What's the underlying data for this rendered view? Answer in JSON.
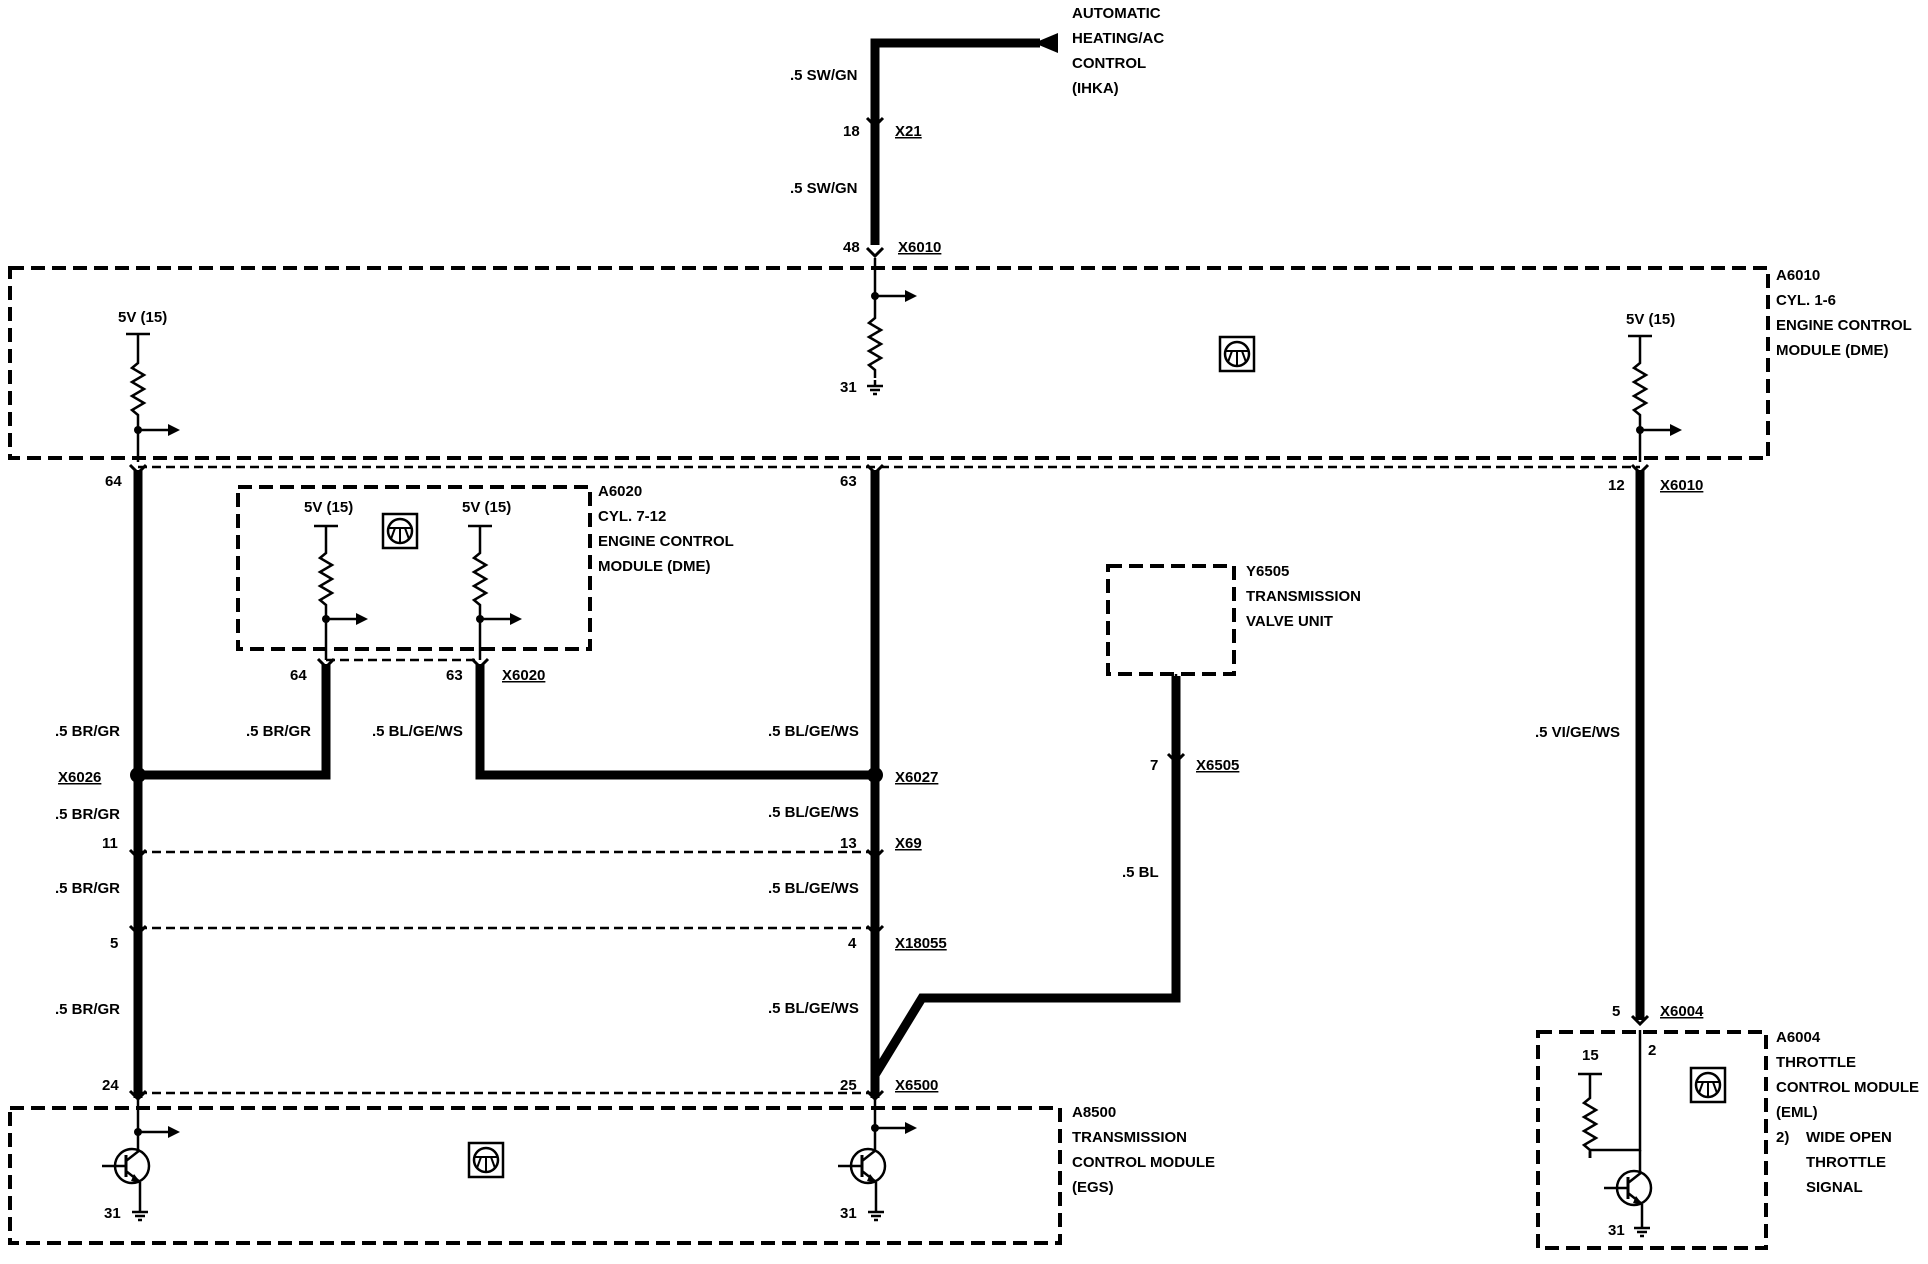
{
  "ihka": {
    "lines": [
      "AUTOMATIC",
      "HEATING/AC",
      "CONTROL",
      "(IHKA)"
    ]
  },
  "wires": {
    "top1": ".5 SW/GN",
    "top2": ".5 SW/GN",
    "left1": ".5 BR/GR",
    "left2": ".5 BR/GR",
    "left3": ".5 BR/GR",
    "left4": ".5 BR/GR",
    "mid_br": ".5 BR/GR",
    "mid_bl": ".5 BL/GE/WS",
    "center1": ".5 BL/GE/WS",
    "center2": ".5 BL/GE/WS",
    "center3": ".5 BL/GE/WS",
    "center4": ".5 BL/GE/WS",
    "valve": ".5 BL",
    "right": ".5 VI/GE/WS"
  },
  "connectors": {
    "x21": "X21",
    "x6010_top": "X6010",
    "x6010_right": "X6010",
    "x6020": "X6020",
    "x6026": "X6026",
    "x6027": "X6027",
    "x69": "X69",
    "x18055": "X18055",
    "x6500": "X6500",
    "x6505": "X6505",
    "x6004": "X6004"
  },
  "pins": {
    "p18": "18",
    "p48": "48",
    "p31_dme": "31",
    "p64_left": "64",
    "p63_center": "63",
    "p12": "12",
    "p64_a6020": "64",
    "p63_a6020": "63",
    "p7": "7",
    "p11": "11",
    "p13": "13",
    "p5_left": "5",
    "p4": "4",
    "p24": "24",
    "p25": "25",
    "p31_egs_left": "31",
    "p31_egs_center": "31",
    "p5_right": "5",
    "p15": "15",
    "p2": "2",
    "p31_eml": "31"
  },
  "supply": {
    "v_left": "5V (15)",
    "v_right": "5V (15)",
    "v_a6020_a": "5V (15)",
    "v_a6020_b": "5V (15)"
  },
  "modules": {
    "a6010": [
      "A6010",
      "CYL. 1-6",
      "ENGINE CONTROL",
      "MODULE (DME)"
    ],
    "a6020": [
      "A6020",
      "CYL. 7-12",
      "ENGINE CONTROL",
      "MODULE (DME)"
    ],
    "y6505": [
      "Y6505",
      "TRANSMISSION",
      "VALVE UNIT"
    ],
    "a8500": [
      "A8500",
      "TRANSMISSION",
      "CONTROL MODULE",
      "(EGS)"
    ],
    "a6004": [
      "A6004",
      "THROTTLE",
      "CONTROL MODULE",
      "(EML)"
    ]
  },
  "note": {
    "marker": "2)",
    "lines": [
      "WIDE OPEN",
      "THROTTLE",
      "SIGNAL"
    ]
  },
  "icons": [
    "steering-wheel-icon",
    "ground-icon",
    "resistor-icon",
    "transistor-icon",
    "arrow-right-icon"
  ]
}
